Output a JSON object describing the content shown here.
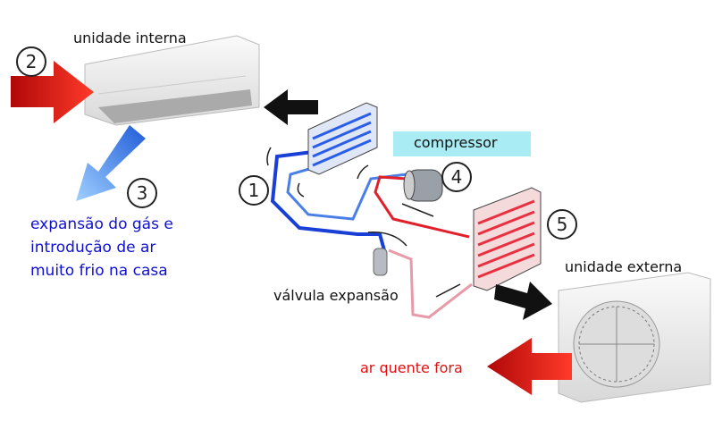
{
  "labels": {
    "indoor_unit": "unidade interna",
    "compressor": "compressor",
    "expansion_valve": "válvula expansão",
    "outdoor_unit": "unidade externa",
    "hot_air_out": "ar quente fora",
    "expansion_text": [
      "expansão do gás e",
      "introdução de ar",
      "muito frio na casa"
    ]
  },
  "steps": [
    "1",
    "2",
    "3",
    "4",
    "5"
  ],
  "colors": {
    "cold": "#1a3fd6",
    "hot": "#e0202a",
    "warm_pipe": "#e89aa8",
    "highlight": "#a9ecf3",
    "text_blue": "#1010d0",
    "text_red": "#e01010"
  }
}
